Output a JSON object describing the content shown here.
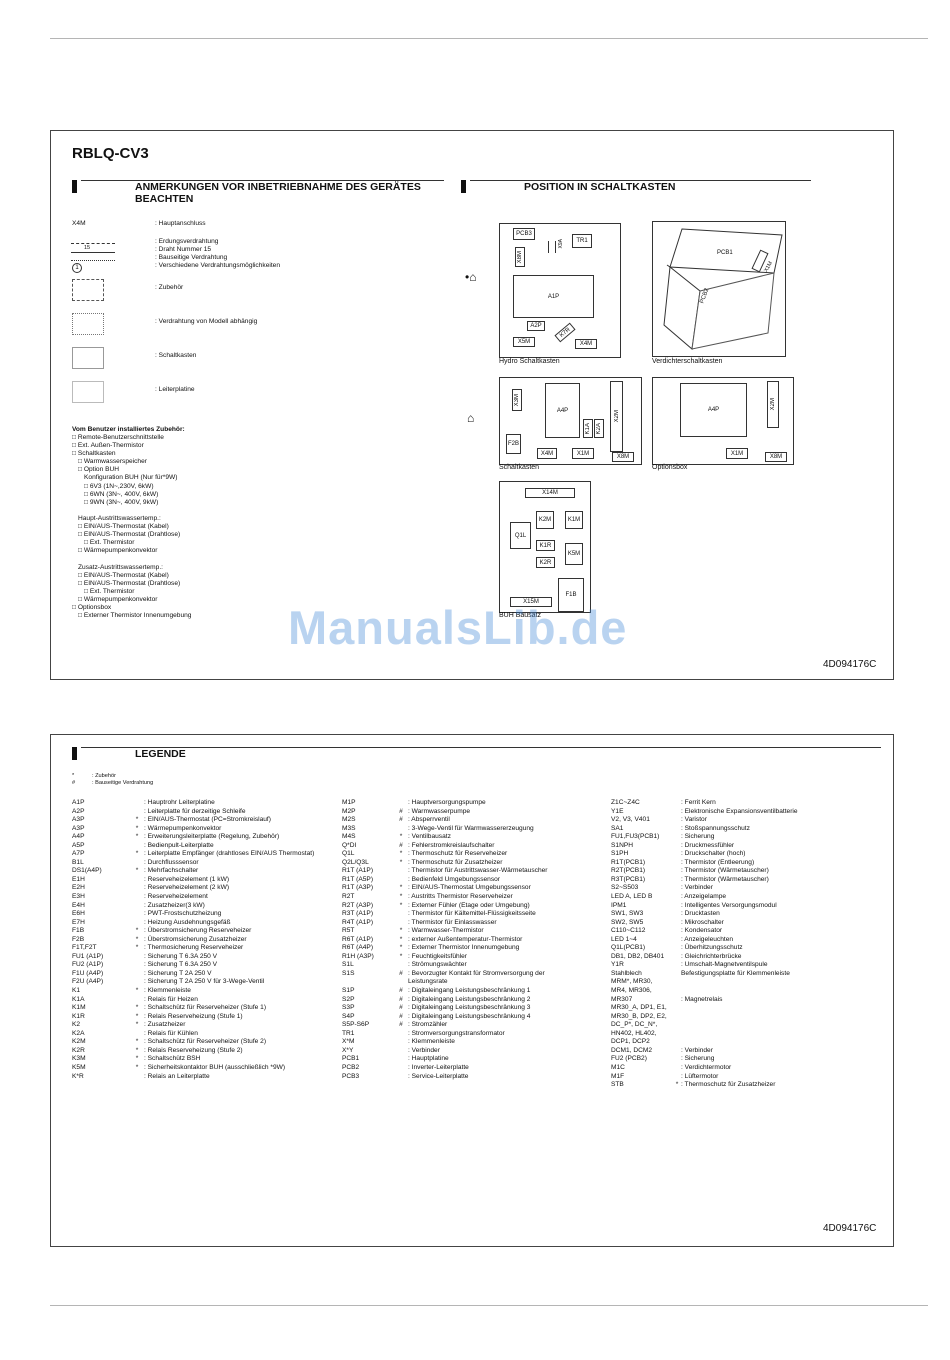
{
  "panel1": {
    "model": "RBLQ-CV3",
    "section_left_title": "ANMERKUNGEN VOR INBETRIEBNAHME DES GERÄTES BEACHTEN",
    "section_right_title": "POSITION IN SCHALTKASTEN",
    "notes": {
      "x4m_code": "X4M",
      "x4m_text": ": Hauptanschluss",
      "wire_15": "15",
      "wire_texts": [
        ": Erdungsverdrahtung",
        ": Draht Nummer 15",
        ": Bauseitige Verdrahtung",
        ": Verschiedene Verdrahtungsmöglichkeiten"
      ],
      "circle_symbol": "1",
      "box_texts": [
        ": Zubehör",
        ": Verdrahtung von Modell abhängig",
        ": Schaltkasten",
        ": Leiterplatine"
      ]
    },
    "accessories_title": "Vom Benutzer installiertes Zubehör:",
    "accessories": [
      {
        "indent": 0,
        "text": "□ Remote-Benutzerschnittstelle"
      },
      {
        "indent": 0,
        "text": "□ Ext. Außen-Thermistor"
      },
      {
        "indent": 0,
        "text": "□ Schaltkasten"
      },
      {
        "indent": 1,
        "text": "□ Warmwasserspeicher"
      },
      {
        "indent": 1,
        "text": "□ Option BUH"
      },
      {
        "indent": 2,
        "text": "Konfiguration BUH (Nur für*9W)"
      },
      {
        "indent": 2,
        "text": "□ 6V3 (1N~,230V, 6kW)"
      },
      {
        "indent": 2,
        "text": "□ 6WN (3N~, 400V, 6kW)"
      },
      {
        "indent": 2,
        "text": "□ 9WN (3N~, 400V, 9kW)"
      },
      {
        "indent": 0,
        "text": ""
      },
      {
        "indent": 1,
        "text": "Haupt-Austrittswassertemp.:"
      },
      {
        "indent": 1,
        "text": "□ EIN/AUS-Thermostat (Kabel)"
      },
      {
        "indent": 1,
        "text": "□ EIN/AUS-Thermostat (Drahtlose)"
      },
      {
        "indent": 2,
        "text": "□ Ext. Thermistor"
      },
      {
        "indent": 1,
        "text": "□ Wärmepumpenkonvektor"
      },
      {
        "indent": 0,
        "text": ""
      },
      {
        "indent": 1,
        "text": "Zusatz-Austrittswassertemp.:"
      },
      {
        "indent": 1,
        "text": "□ EIN/AUS-Thermostat (Kabel)"
      },
      {
        "indent": 1,
        "text": "□ EIN/AUS-Thermostat (Drahtlose)"
      },
      {
        "indent": 2,
        "text": "□ Ext. Thermistor"
      },
      {
        "indent": 1,
        "text": "□ Wärmepumpenkonvektor"
      },
      {
        "indent": 0,
        "text": "□ Optionsbox"
      },
      {
        "indent": 1,
        "text": "□ Externer Thermistor Innenumgebung"
      }
    ],
    "diagrams": {
      "hydro_caption": "Hydro Schaltkasten",
      "verdichter_caption": "Verdichterschaltkasten",
      "schaltkasten_caption": "Schaltkasten",
      "optionsbox_caption": "Optionsbox",
      "buh_caption": "BUH Bausatz",
      "pcb3": "PCB3",
      "x8m_v": "X8M",
      "x9a": "X9A",
      "tr1": "TR1",
      "a1p": "A1P",
      "a2p": "A2P",
      "x5m": "X5M",
      "k7r": "K7R",
      "x4m": "X4M",
      "pcb1": "PCB1",
      "pcb2": "PCB2",
      "x1m_v": "X1M",
      "x3m": "X3M",
      "a4p": "A4P",
      "k1a": "K1A",
      "k2a": "K2A",
      "x2m": "X2M",
      "f2b": "F2B",
      "x1m": "X1M",
      "x8m": "X8M",
      "x14m": "X14M",
      "k2m": "K2M",
      "k1m": "K1M",
      "q1l": "Q1L",
      "k1r": "K1R",
      "k5m": "K5M",
      "k2r": "K2R",
      "f1b": "F1B",
      "x15m": "X15M"
    },
    "code": "4D094176C"
  },
  "panel2": {
    "title": "LEGENDE",
    "key": [
      {
        "sym": "*",
        "text": ": Zubehör"
      },
      {
        "sym": "#",
        "text": ": Bauseitige Verdrahtung"
      }
    ],
    "col1": [
      {
        "c": "A1P",
        "m": "",
        "d": ": Hauptrohr Leiterplatine"
      },
      {
        "c": "A2P",
        "m": "",
        "d": ": Leiterplatte für derzeitige Schleife"
      },
      {
        "c": "A3P",
        "m": "*",
        "d": ": EIN/AUS-Thermostat (PC=Stromkreislauf)"
      },
      {
        "c": "A3P",
        "m": "*",
        "d": ": Wärmepumpenkonvektor"
      },
      {
        "c": "A4P",
        "m": "*",
        "d": ": Erweiterungsleiterplatte (Regelung, Zubehör)"
      },
      {
        "c": "A5P",
        "m": "",
        "d": ": Bedienpult-Leiterplatte"
      },
      {
        "c": "A7P",
        "m": "*",
        "d": ": Leiterplatte Empfänger (drahtloses EIN/AUS Thermostat)"
      },
      {
        "c": "B1L",
        "m": "",
        "d": ": Durchflusssensor"
      },
      {
        "c": "DS1(A4P)",
        "m": "*",
        "d": ": Mehrfachschalter"
      },
      {
        "c": "E1H",
        "m": "",
        "d": ": Reserveheizelement (1 kW)"
      },
      {
        "c": "E2H",
        "m": "",
        "d": ": Reserveheizelement (2 kW)"
      },
      {
        "c": "E3H",
        "m": "",
        "d": ": Reserveheizelement"
      },
      {
        "c": "E4H",
        "m": "",
        "d": ": Zusatzheizer(3 kW)"
      },
      {
        "c": "E6H",
        "m": "",
        "d": ": PWT-Frostschutzheizung"
      },
      {
        "c": "E7H",
        "m": "",
        "d": ": Heizung Ausdehnungsgefäß"
      },
      {
        "c": "F1B",
        "m": "*",
        "d": ": Überstromsicherung Reserveheizer"
      },
      {
        "c": "F2B",
        "m": "*",
        "d": ": Überstromsicherung Zusatzheizer"
      },
      {
        "c": "F1T,F2T",
        "m": "*",
        "d": ": Thermosicherung Reserveheizer"
      },
      {
        "c": "FU1 (A1P)",
        "m": "",
        "d": ": Sicherung T 6.3A 250 V"
      },
      {
        "c": "FU2 (A1P)",
        "m": "",
        "d": ": Sicherung T 6.3A 250 V"
      },
      {
        "c": "F1U (A4P)",
        "m": "",
        "d": ": Sicherung T 2A 250 V"
      },
      {
        "c": "F2U (A4P)",
        "m": "",
        "d": ": Sicherung T 2A 250 V für 3-Wege-Ventil"
      },
      {
        "c": "K1",
        "m": "*",
        "d": ": Klemmenleiste"
      },
      {
        "c": "K1A",
        "m": "",
        "d": ": Relais für Heizen"
      },
      {
        "c": "K1M",
        "m": "*",
        "d": ": Schaltschütz für Reserveheizer (Stufe 1)"
      },
      {
        "c": "K1R",
        "m": "*",
        "d": ": Relais Reserveheizung (Stufe 1)"
      },
      {
        "c": "K2",
        "m": "*",
        "d": ": Zusatzheizer"
      },
      {
        "c": "K2A",
        "m": "",
        "d": ": Relais für Kühlen"
      },
      {
        "c": "K2M",
        "m": "*",
        "d": ": Schaltschütz für Reserveheizer (Stufe 2)"
      },
      {
        "c": "K2R",
        "m": "*",
        "d": ": Relais Reserveheizung (Stufe 2)"
      },
      {
        "c": "K3M",
        "m": "*",
        "d": ": Schaltschütz BSH"
      },
      {
        "c": "K5M",
        "m": "*",
        "d": ": Sicherheitskontaktor BUH (ausschließlich *9W)"
      },
      {
        "c": "K*R",
        "m": "",
        "d": ": Relais an Leiterplatte"
      }
    ],
    "col2": [
      {
        "c": "M1P",
        "m": "",
        "d": ": Hauptversorgungspumpe"
      },
      {
        "c": "M2P",
        "m": "#",
        "d": ": Warmwasserpumpe"
      },
      {
        "c": "M2S",
        "m": "#",
        "d": ": Absperrventil"
      },
      {
        "c": "M3S",
        "m": "",
        "d": ": 3-Wege-Ventil für Warmwassererzeugung"
      },
      {
        "c": "M4S",
        "m": "*",
        "d": ": Ventilbausatz"
      },
      {
        "c": "Q*DI",
        "m": "#",
        "d": ": Fehlerstromkreislaufschalter"
      },
      {
        "c": "Q1L",
        "m": "*",
        "d": ": Thermoschutz für Reserveheizer"
      },
      {
        "c": "Q2L/Q3L",
        "m": "*",
        "d": ": Thermoschutz für Zusatzheizer"
      },
      {
        "c": "R1T (A1P)",
        "m": "",
        "d": ": Thermistor für Austrittswasser-Wärmetauscher"
      },
      {
        "c": "R1T (A5P)",
        "m": "",
        "d": ": Bedienfeld Umgebungssensor"
      },
      {
        "c": "R1T (A3P)",
        "m": "*",
        "d": ": EIN/AUS-Thermostat Umgebungssensor"
      },
      {
        "c": "R2T",
        "m": "*",
        "d": ": Austritts Thermistor Reserveheizer"
      },
      {
        "c": "R2T (A3P)",
        "m": "*",
        "d": ": Externer Fühler (Etage oder Umgebung)"
      },
      {
        "c": "R3T (A1P)",
        "m": "",
        "d": ": Thermistor für Kältemittel-Flüssigkeitsseite"
      },
      {
        "c": "R4T (A1P)",
        "m": "",
        "d": ": Thermistor für Einlasswasser"
      },
      {
        "c": "R5T",
        "m": "*",
        "d": ": Warmwasser-Thermistor"
      },
      {
        "c": "R6T (A1P)",
        "m": "*",
        "d": ": externer Außentemperatur-Thermistor"
      },
      {
        "c": "R6T (A4P)",
        "m": "*",
        "d": ": Externer Thermistor Innenumgebung"
      },
      {
        "c": "R1H (A3P)",
        "m": "*",
        "d": ": Feuchtigkeitsfühler"
      },
      {
        "c": "S1L",
        "m": "",
        "d": ": Strömungswächter"
      },
      {
        "c": "S1S",
        "m": "#",
        "d": ": Bevorzugter Kontakt für Stromversorgung der"
      },
      {
        "c": "",
        "m": "",
        "d": "Leistungsrate"
      },
      {
        "c": "S1P",
        "m": "#",
        "d": ": Digitaleingang Leistungsbeschränkung 1"
      },
      {
        "c": "S2P",
        "m": "#",
        "d": ": Digitaleingang Leistungsbeschränkung 2"
      },
      {
        "c": "S3P",
        "m": "#",
        "d": ": Digitaleingang Leistungsbeschränkung 3"
      },
      {
        "c": "S4P",
        "m": "#",
        "d": ": Digitaleingang Leistungsbeschränkung 4"
      },
      {
        "c": "S5P-S6P",
        "m": "#",
        "d": ": Stromzähler"
      },
      {
        "c": "TR1",
        "m": "",
        "d": ": Stromversorgungstransformator"
      },
      {
        "c": "X*M",
        "m": "",
        "d": ": Klemmenleiste"
      },
      {
        "c": "X*Y",
        "m": "",
        "d": ": Verbinder"
      },
      {
        "c": "PCB1",
        "m": "",
        "d": ": Hauptplatine"
      },
      {
        "c": "PCB2",
        "m": "",
        "d": ": Inverter-Leiterplatte"
      },
      {
        "c": "PCB3",
        "m": "",
        "d": ": Service-Leiterplatte"
      }
    ],
    "col3": [
      {
        "c": "Z1C~Z4C",
        "m": "",
        "d": ": Ferrit Kern"
      },
      {
        "c": "Y1E",
        "m": "",
        "d": ": Elektronische Expansionsventilbatterie"
      },
      {
        "c": "V2, V3, V401",
        "m": "",
        "d": ": Varistor"
      },
      {
        "c": "SA1",
        "m": "",
        "d": ": Stoßspannungsschutz"
      },
      {
        "c": "FU1,FU3(PCB1)",
        "m": "",
        "d": ": Sicherung"
      },
      {
        "c": "S1NPH",
        "m": "",
        "d": ": Druckmessfühler"
      },
      {
        "c": "S1PH",
        "m": "",
        "d": ": Druckschalter (hoch)"
      },
      {
        "c": "R1T(PCB1)",
        "m": "",
        "d": ": Thermistor (Entleerung)"
      },
      {
        "c": "R2T(PCB1)",
        "m": "",
        "d": ": Thermistor (Wärmetauscher)"
      },
      {
        "c": "R3T(PCB1)",
        "m": "",
        "d": ": Thermistor (Wärmetauscher)"
      },
      {
        "c": "S2~S503",
        "m": "",
        "d": ": Verbinder"
      },
      {
        "c": "LED A, LED B",
        "m": "",
        "d": ": Anzeigelampe"
      },
      {
        "c": "IPM1",
        "m": "",
        "d": ": Intelligentes Versorgungsmodul"
      },
      {
        "c": "SW1, SW3",
        "m": "",
        "d": ": Drucktasten"
      },
      {
        "c": "SW2, SW5",
        "m": "",
        "d": ": Mikroschalter"
      },
      {
        "c": "C110~C112",
        "m": "",
        "d": ": Kondensator"
      },
      {
        "c": "LED 1~4",
        "m": "",
        "d": ": Anzeigeleuchten"
      },
      {
        "c": "Q1L(PCB1)",
        "m": "",
        "d": ": Überhitzungsschutz"
      },
      {
        "c": "DB1, DB2, DB401",
        "m": "",
        "d": ": Gleichrichterbrücke"
      },
      {
        "c": "Y1R",
        "m": "",
        "d": ": Umschalt-Magnetventilspule"
      },
      {
        "c": "Stahlblech",
        "m": "",
        "d": "Befestigungsplatte für Klemmenleiste"
      },
      {
        "c": "MRM*, MR30,",
        "m": "",
        "d": ""
      },
      {
        "c": "MR4, MR306,",
        "m": "",
        "d": ""
      },
      {
        "c": "MR307",
        "m": "",
        "d": ": Magnetrelais"
      },
      {
        "c": "MR30_A, DP1, E1,",
        "m": "",
        "d": ""
      },
      {
        "c": "MR30_B, DP2, E2,",
        "m": "",
        "d": ""
      },
      {
        "c": "DC_P*, DC_N*,",
        "m": "",
        "d": ""
      },
      {
        "c": "HN402, HL402,",
        "m": "",
        "d": ""
      },
      {
        "c": "DCP1, DCP2",
        "m": "",
        "d": ""
      },
      {
        "c": "DCM1, DCM2",
        "m": "",
        "d": ": Verbinder"
      },
      {
        "c": "FU2 (PCB2)",
        "m": "",
        "d": ": Sicherung"
      },
      {
        "c": "M1C",
        "m": "",
        "d": ": Verdichtermotor"
      },
      {
        "c": "M1F",
        "m": "",
        "d": ": Lüftermotor"
      },
      {
        "c": "STB",
        "m": "*",
        "d": ": Thermoschutz für Zusatzheizer"
      }
    ],
    "code": "4D094176C"
  },
  "watermark": "ManualsLib.de"
}
